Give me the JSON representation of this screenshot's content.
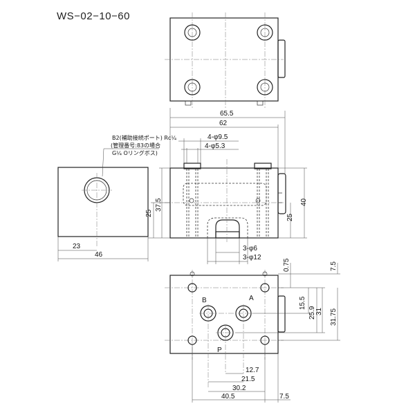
{
  "title": "WS−02−10−60",
  "note": {
    "line1": "B2(補助接続ポート) Rc¼",
    "line2": "(管理番号:83の場合",
    "line3": "G¼ Oリングボス)"
  },
  "dims": {
    "d65_5": "65.5",
    "d62": "62",
    "d4phi9_5": "4-φ9.5",
    "d4phi5_3": "4-φ5.3",
    "d37_5": "37.5",
    "d25_left": "25",
    "d25_right": "25",
    "d40": "40",
    "d23": "23",
    "d46": "46",
    "d3phi6": "3-φ6",
    "d3phi12": "3-φ12",
    "d0_75": "0.75",
    "d7_5_top": "7.5",
    "d15_5": "15.5",
    "d25_9": "25.9",
    "d31": "31",
    "d31_75": "31.75",
    "d12_7": "12.7",
    "d21_5": "21.5",
    "d30_2": "30.2",
    "d40_5": "40.5",
    "d7_5_bottom": "7.5"
  },
  "ports": {
    "a": "A",
    "b": "B",
    "p": "P"
  }
}
